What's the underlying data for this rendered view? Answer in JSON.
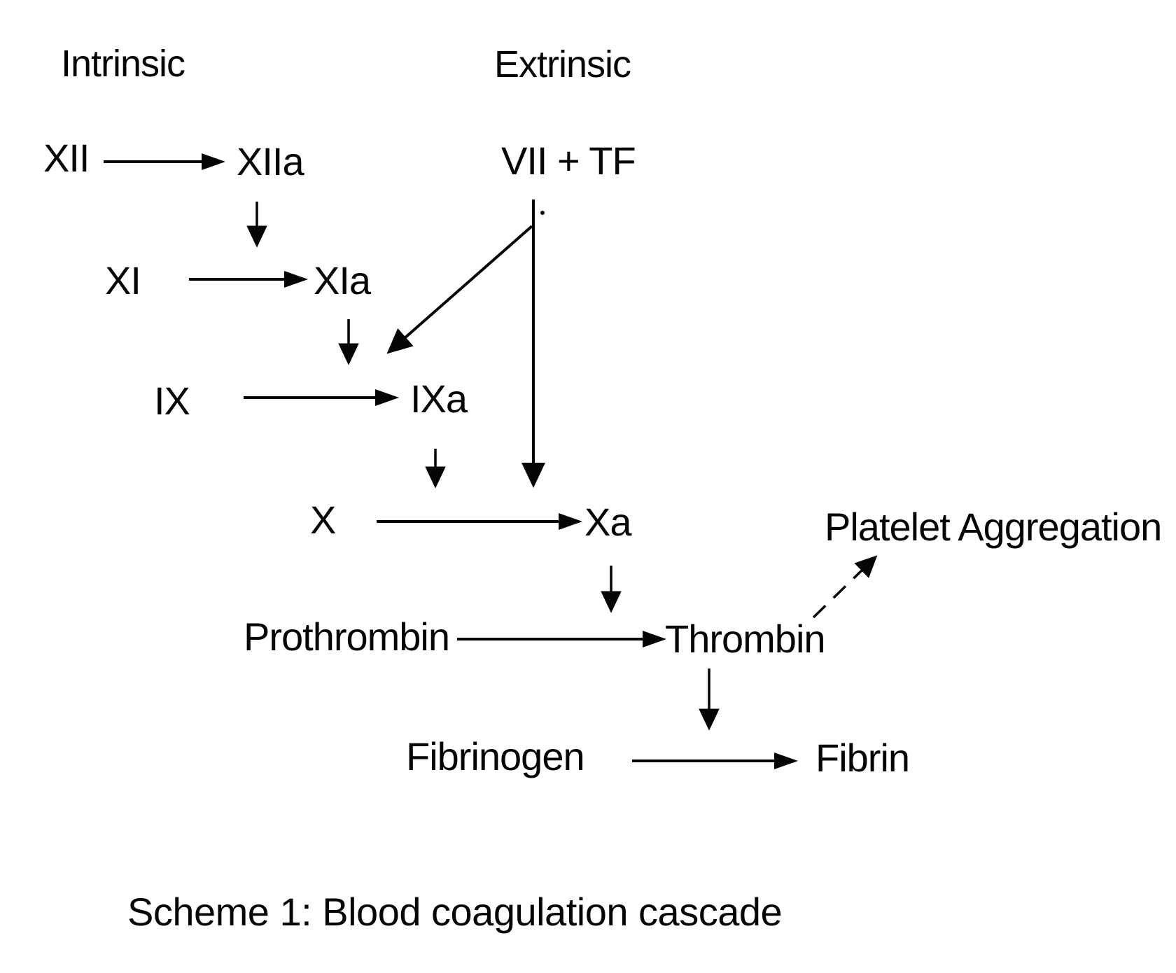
{
  "diagram": {
    "title": "Scheme 1: Blood coagulation cascade",
    "branch_labels": {
      "intrinsic": "Intrinsic",
      "extrinsic": "Extrinsic"
    },
    "nodes": {
      "xii": "XII",
      "xiia": "XIIa",
      "vii_tf": "VII + TF",
      "xi": "XI",
      "xia": "XIa",
      "ix": "IX",
      "ixa": "IXa",
      "x": "X",
      "xa": "Xa",
      "prothrombin": "Prothrombin",
      "thrombin": "Thrombin",
      "fibrinogen": "Fibrinogen",
      "fibrin": "Fibrin",
      "platelet_aggregation": "Platelet Aggregation"
    },
    "edges": [
      {
        "from": "XII",
        "to": "XIIa",
        "style": "solid"
      },
      {
        "from": "XIIa",
        "to": "XI to XIa reaction",
        "style": "solid"
      },
      {
        "from": "XI",
        "to": "XIa",
        "style": "solid"
      },
      {
        "from": "XIa",
        "to": "IX to IXa reaction",
        "style": "solid"
      },
      {
        "from": "VII + TF",
        "to": "IX to IXa reaction",
        "style": "solid"
      },
      {
        "from": "IX",
        "to": "IXa",
        "style": "solid"
      },
      {
        "from": "IXa",
        "to": "X to Xa reaction",
        "style": "solid"
      },
      {
        "from": "VII + TF",
        "to": "X to Xa reaction",
        "style": "solid"
      },
      {
        "from": "X",
        "to": "Xa",
        "style": "solid"
      },
      {
        "from": "Xa",
        "to": "Prothrombin to Thrombin reaction",
        "style": "solid"
      },
      {
        "from": "Prothrombin",
        "to": "Thrombin",
        "style": "solid"
      },
      {
        "from": "Thrombin",
        "to": "Fibrinogen to Fibrin reaction",
        "style": "solid"
      },
      {
        "from": "Thrombin",
        "to": "Platelet Aggregation",
        "style": "dashed"
      },
      {
        "from": "Fibrinogen",
        "to": "Fibrin",
        "style": "solid"
      }
    ],
    "colors": {
      "ink": "#050505",
      "background": "#ffffff"
    }
  }
}
